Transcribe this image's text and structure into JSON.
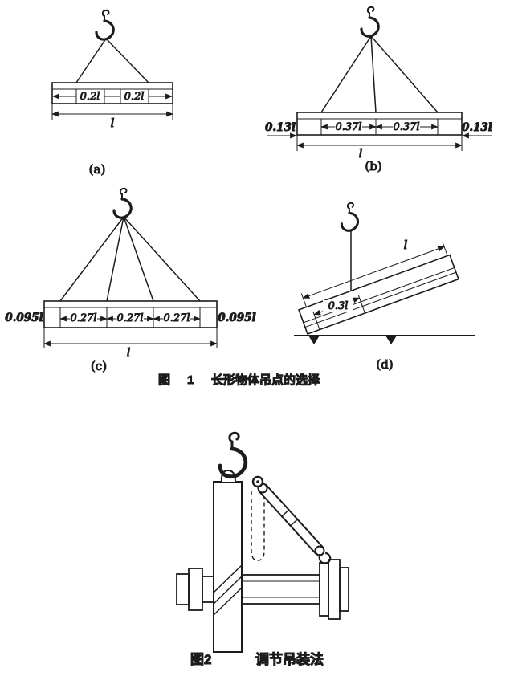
{
  "colors": {
    "ink": "#1c1c1c",
    "bg": "#ffffff"
  },
  "figure1": {
    "caption": {
      "prefix": "图",
      "number": "1",
      "title": "长形物体吊点的选择"
    },
    "a": {
      "label": "(a)",
      "dims": {
        "left": "0.2l",
        "right": "0.2l",
        "total": "l"
      }
    },
    "b": {
      "label": "(b)",
      "dims": {
        "outer_left": "0.13l",
        "inner_left": "0.37l",
        "inner_right": "0.37l",
        "outer_right": "0.13l",
        "total": "l"
      }
    },
    "c": {
      "label": "(c)",
      "dims": {
        "outer_left": "0.095l",
        "seg1": "0.27l",
        "seg2": "0.27l",
        "seg3": "0.27l",
        "outer_right": "0.095l",
        "total": "l"
      }
    },
    "d": {
      "label": "(d)",
      "dims": {
        "length": "l",
        "offset": "0.3l"
      }
    }
  },
  "figure2": {
    "caption": {
      "prefix": "图2",
      "title": "调节吊装法"
    }
  }
}
